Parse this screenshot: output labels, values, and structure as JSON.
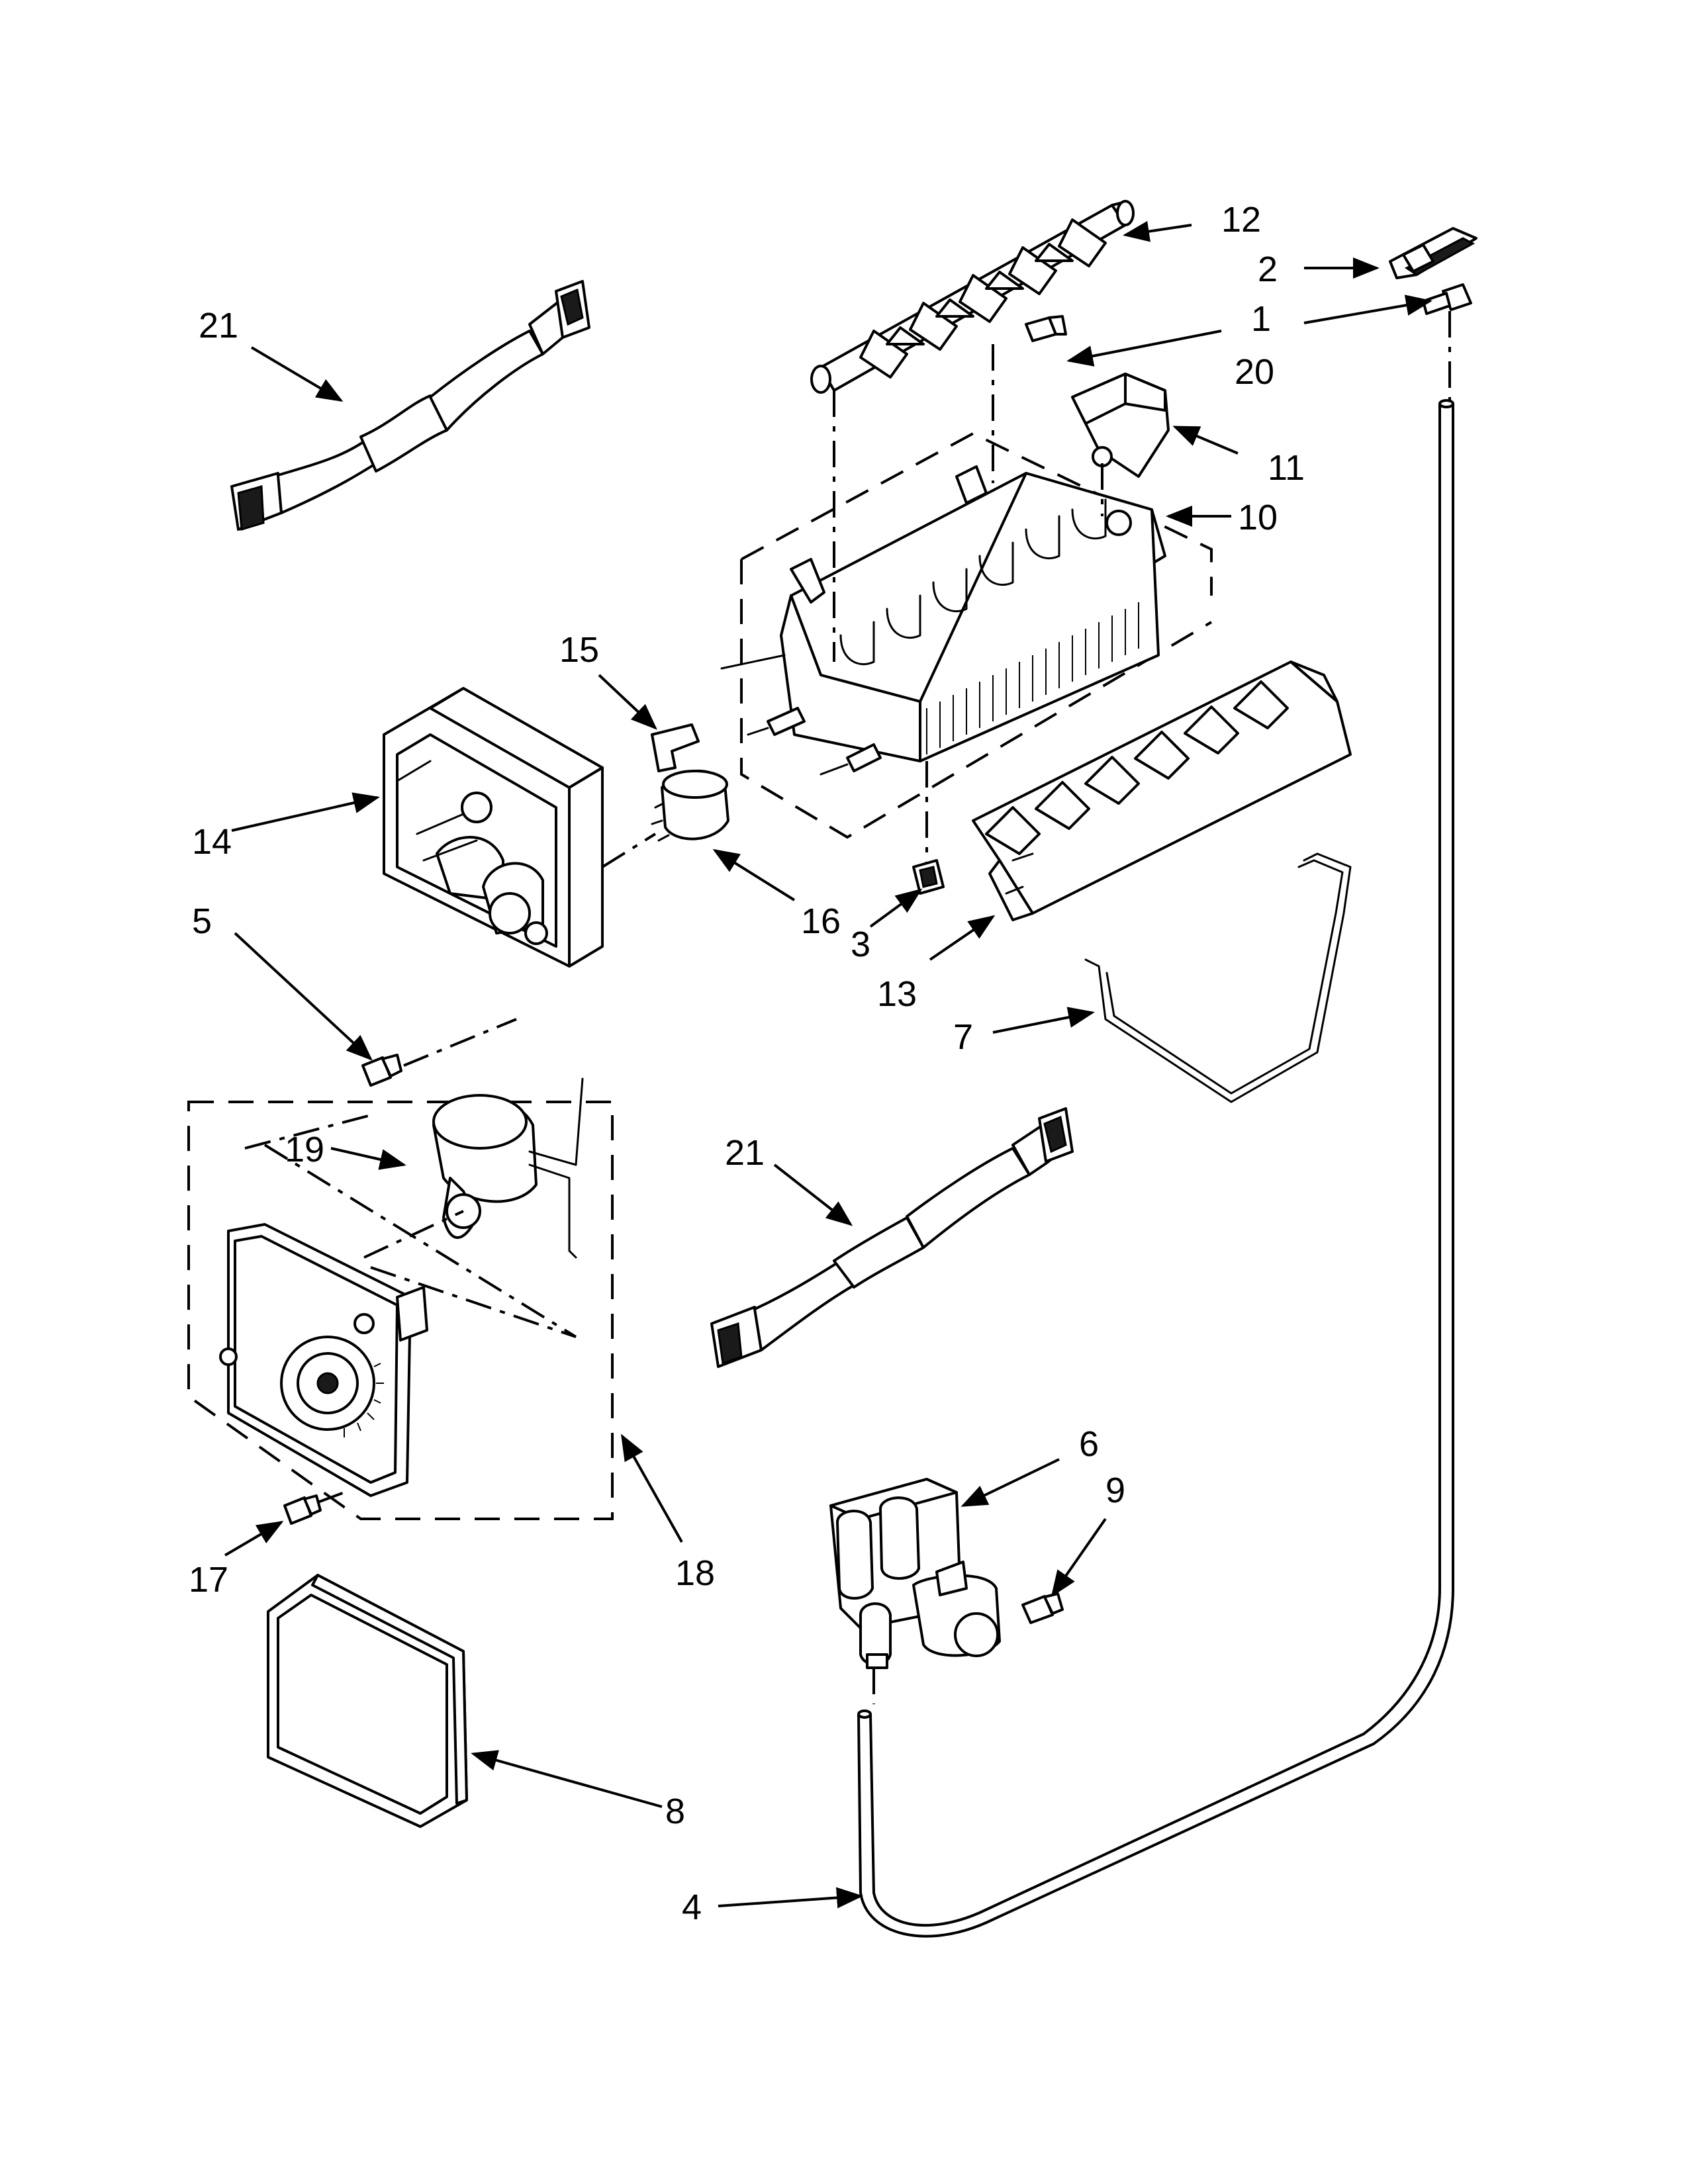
{
  "callouts": {
    "c1": "1",
    "c2": "2",
    "c3": "3",
    "c4": "4",
    "c5": "5",
    "c6": "6",
    "c7": "7",
    "c8": "8",
    "c9": "9",
    "c10": "10",
    "c11": "11",
    "c12": "12",
    "c13": "13",
    "c14": "14",
    "c15": "15",
    "c16": "16",
    "c17": "17",
    "c18": "18",
    "c19": "19",
    "c20": "20",
    "c21a": "21",
    "c21b": "21"
  }
}
